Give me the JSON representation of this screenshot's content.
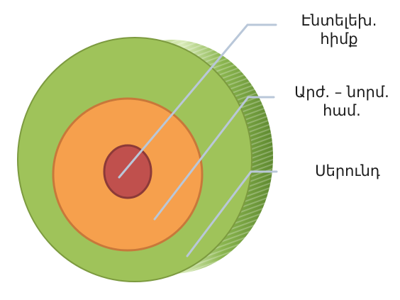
{
  "diagram": {
    "labels": {
      "outer_top_line1": "Էնտելեխ.",
      "outer_top_line2": "հիմք",
      "middle_line1": "Արժ. – նորմ.",
      "middle_line2": "համ.",
      "bottom": "Սերունդ"
    },
    "colors": {
      "outer_ring": "#9fc35a",
      "outer_ring_stroke": "#7c9a3f",
      "middle_ring": "#f6a04d",
      "middle_ring_stroke": "#c8783a",
      "core": "#c0504d",
      "core_stroke": "#8c3a38",
      "rim": "#7fa84a",
      "leader_lines": "#b9c7d9"
    }
  }
}
